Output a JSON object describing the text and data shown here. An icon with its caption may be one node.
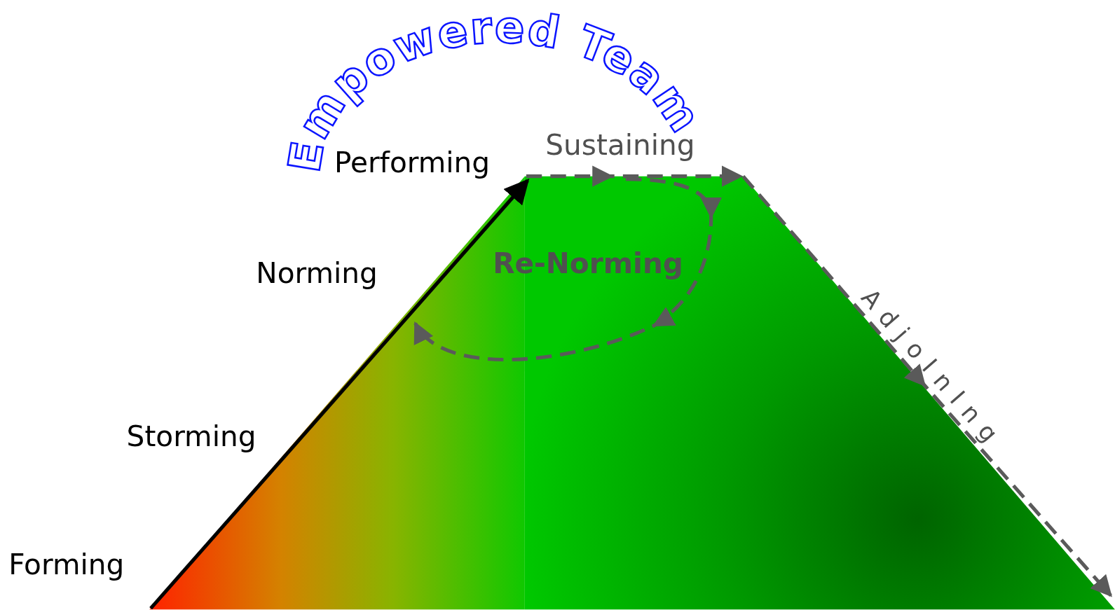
{
  "diagram": {
    "title": "Empowered Team",
    "labels": [
      "Performing",
      "Sustaining",
      "Norming",
      "Re-Norming",
      "AdjoInIng",
      "Storming",
      "Forming"
    ]
  }
}
